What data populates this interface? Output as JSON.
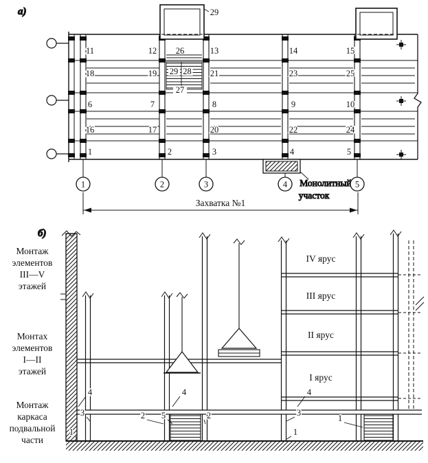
{
  "figure": {
    "label_a": "а)",
    "label_b": "б)"
  },
  "plan": {
    "roof_label": "29",
    "axes": [
      "1",
      "2",
      "3",
      "4",
      "5"
    ],
    "panels": {
      "row1": [
        "11",
        "12",
        "26",
        "13",
        "14",
        "15"
      ],
      "row2": [
        "18",
        "19",
        "29",
        "28",
        "21",
        "23",
        "25"
      ],
      "mid": "27",
      "row3": [
        "6",
        "7",
        "8",
        "9",
        "10"
      ],
      "row4": [
        "16",
        "17",
        "20",
        "22",
        "24"
      ],
      "row5": [
        "1",
        "2",
        "3",
        "4",
        "5"
      ]
    },
    "monolithic": {
      "l1": "Монолитный",
      "l2": "участок"
    },
    "dim_label": "Захватка №1"
  },
  "section": {
    "zones": [
      {
        "l1": "Монтаж",
        "l2": "элементов",
        "l3": "III—V",
        "l4": "этажей"
      },
      {
        "l1": "Монтах",
        "l2": "элементов",
        "l3": "I—II",
        "l4": "этажей"
      },
      {
        "l1": "Монтаж",
        "l2": "каркаса",
        "l3": "подвальной",
        "l4": "части"
      }
    ],
    "tiers": [
      "IV ярус",
      "III ярус",
      "II ярус",
      "I ярус"
    ],
    "callouts": {
      "slab_a": "4",
      "slab_b": "4",
      "slab_c": "4",
      "col3_a": "3",
      "col3_b": "3",
      "col2_a": "2",
      "col2_b": "2",
      "stair": "5",
      "one_a": "1",
      "one_b": "1",
      "one_c": "1"
    }
  }
}
